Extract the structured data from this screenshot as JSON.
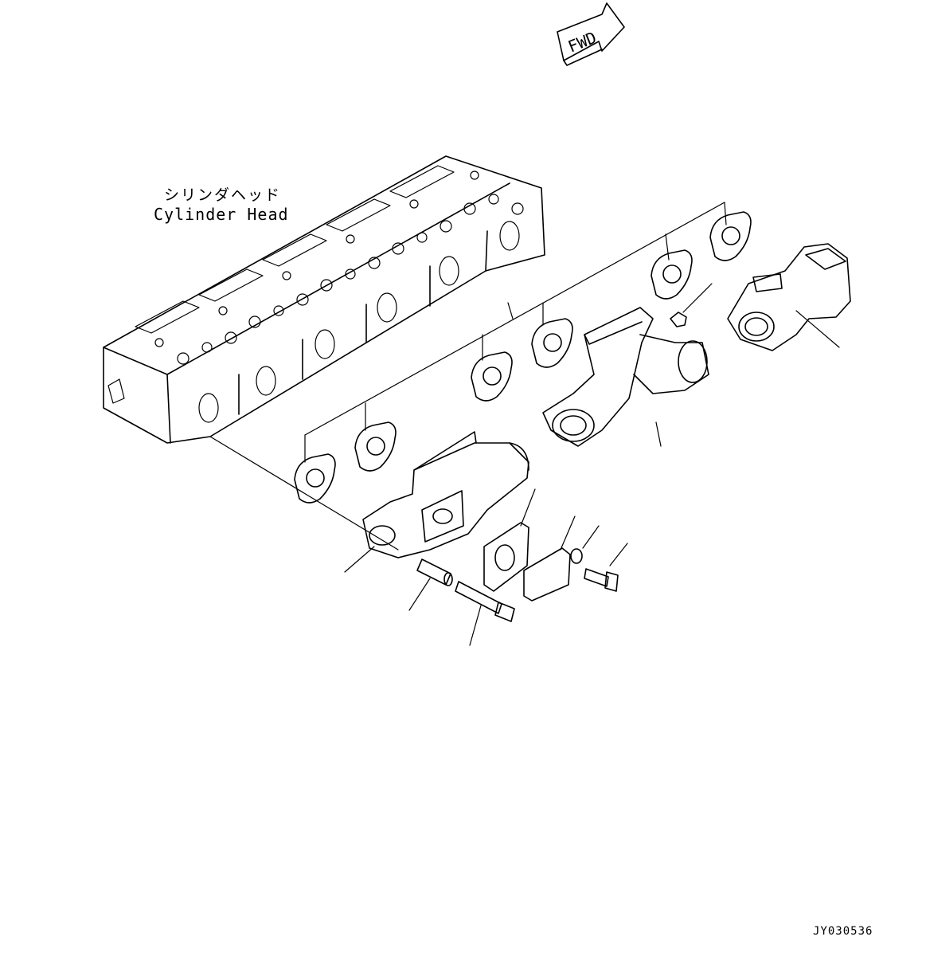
{
  "fwd_label": "FWD",
  "cylinder_head": {
    "label_jp": "シリンダヘッド",
    "label_en": "Cylinder Head"
  },
  "drawing_number": "JY030536",
  "colors": {
    "ink": "#000000",
    "paper": "#ffffff"
  }
}
